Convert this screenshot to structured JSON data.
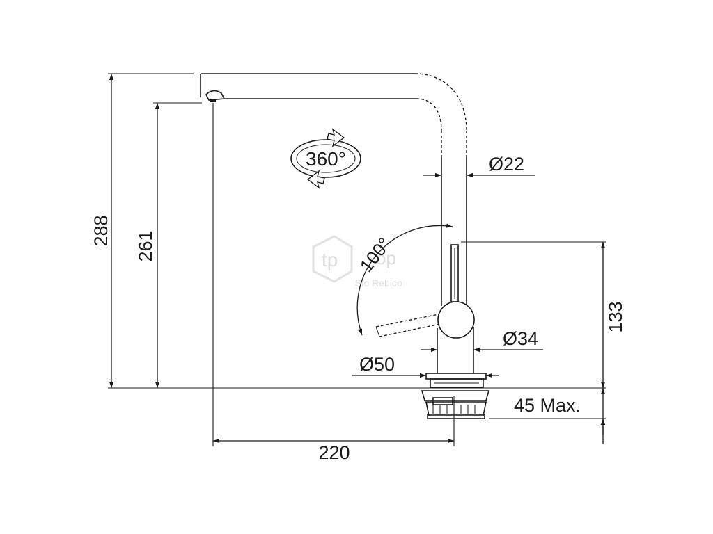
{
  "diagram": {
    "dimensions": {
      "total_height": "288",
      "spout_height": "261",
      "lever_height": "133",
      "reach": "220",
      "tube_diameter": "Ø22",
      "body_diameter": "Ø34",
      "base_diameter": "Ø50",
      "mounting_thickness": "45 Max."
    },
    "rotation_label": "360°",
    "lever_angle_label": "100°",
    "watermark": {
      "brand": "tp",
      "suffix": "op",
      "sub": "Slo Rebico"
    },
    "colors": {
      "line": "#1a1a1a",
      "background": "#ffffff",
      "watermark": "#dcdcdc"
    }
  }
}
